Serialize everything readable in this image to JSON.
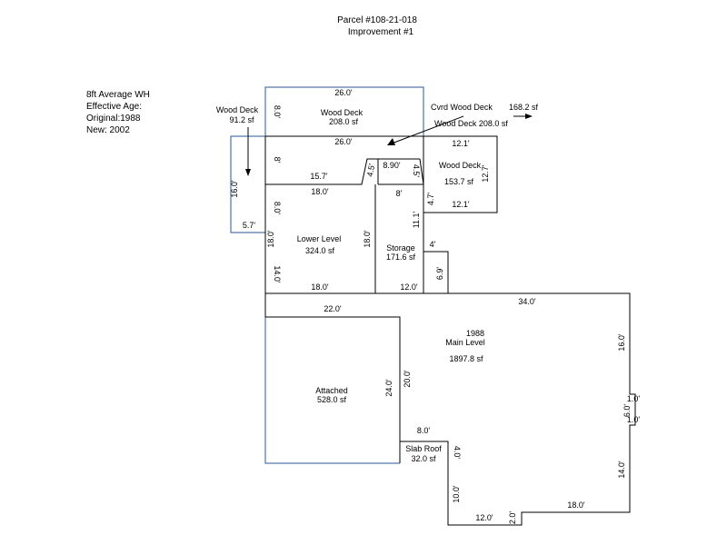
{
  "header": {
    "parcel": "Parcel #108-21-018",
    "improvement": "Improvement #1"
  },
  "info": {
    "line1": "8ft Average WH",
    "line2": "Effective Age:",
    "line3": "Original:1988",
    "line4": "New: 2002"
  },
  "areas": {
    "wood_deck_top": {
      "name": "Wood Deck",
      "area": "208.0 sf"
    },
    "wood_deck_left": {
      "name": "Wood Deck",
      "area": "91.2 sf"
    },
    "cvrd_wood_deck": {
      "name": "Cvrd Wood Deck",
      "area": "168.2 sf",
      "sub": "Wood Deck  208.0 sf"
    },
    "wood_deck_right": {
      "name": "Wood Deck",
      "area": "153.7 sf"
    },
    "lower_level": {
      "name": "Lower Level",
      "area": "324.0 sf"
    },
    "storage": {
      "name": "Storage",
      "area": "171.6 sf"
    },
    "main_level": {
      "year": "1988",
      "name": "Main Level",
      "area": "1897.8 sf"
    },
    "attached": {
      "name": "Attached",
      "area": "528.0 sf"
    },
    "slab_roof": {
      "name": "Slab Roof",
      "area": "32.0 sf"
    }
  },
  "dimensions": {
    "d_26_top": "26.0'",
    "d_8_top": "8.0'",
    "d_26_mid": "26.0'",
    "d_8_mid": "8'",
    "d_15_7": "15.7'",
    "d_4_5a": "4.5'",
    "d_8_90": "8.90'",
    "d_4_5b": "4.5'",
    "d_16_left": "16.0'",
    "d_5_7": "5.7'",
    "d_12_1_top": "12.1'",
    "d_12_7": "12.7'",
    "d_4_7": "4.7'",
    "d_12_1_bot": "12.1'",
    "d_18_ll_top": "18.0'",
    "d_8_ll": "8.0'",
    "d_18_ll_left": "18.0'",
    "d_18_ll_right": "18.0'",
    "d_14": "14.0'",
    "d_18_ll_bot": "18.0'",
    "d_8_st": "8'",
    "d_11_1": "11.1'",
    "d_12_st": "12.0'",
    "d_4_st": "4'",
    "d_6_9": "6.9'",
    "d_34": "34.0'",
    "d_22": "22.0'",
    "d_16_right": "16.0'",
    "d_20": "20.0'",
    "d_24": "24.0'",
    "d_1_a": "1.0'",
    "d_6_r": "6.0'",
    "d_1_b": "1.0'",
    "d_8_slab": "8.0'",
    "d_4_slab": "4.0'",
    "d_14_right": "14.0'",
    "d_10": "10.0'",
    "d_12_bot": "12.0'",
    "d_2": "2.0'",
    "d_18_bot": "18.0'"
  }
}
